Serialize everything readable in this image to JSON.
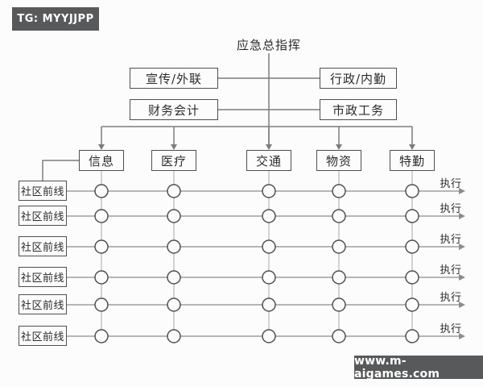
{
  "badges": {
    "top_left": "TG: MYYJJPP",
    "bottom_right": "www.m-aigames.com"
  },
  "tree": {
    "root": "应急总指挥",
    "staff_left": [
      "宣传/外联",
      "财务会计"
    ],
    "staff_right": [
      "行政/内勤",
      "市政工务"
    ],
    "departments": [
      "信息",
      "医疗",
      "交通",
      "物资",
      "特勤"
    ]
  },
  "matrix": {
    "frontline_rows": [
      "社区前线",
      "社区前线",
      "社区前线",
      "社区前线",
      "社区前线",
      "社区前线"
    ],
    "execute_labels": [
      "执行",
      "执行",
      "执行",
      "执行",
      "执行",
      "执行"
    ]
  },
  "colors": {
    "badge_bg": "#58595b",
    "badge_text": "#ffffff",
    "box_border": "#4f4f4f",
    "text": "#2b2b2b",
    "tree_line": "#7d7d7d",
    "row_line": "#8c8c8c",
    "column_line": "#c4c4c4",
    "node_stroke": "#4f4f4f",
    "node_fill": "#fcfcfc"
  }
}
